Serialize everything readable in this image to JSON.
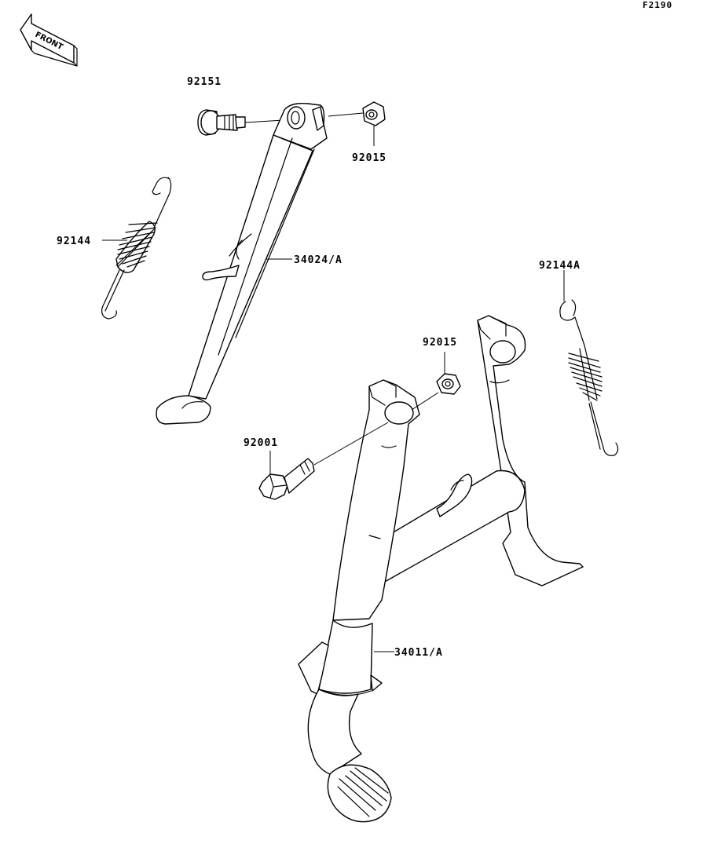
{
  "figure_code": "F2190",
  "front_indicator": {
    "text": "FRONT",
    "icon": "front-arrow-icon"
  },
  "parts": [
    {
      "id": "bolt-side-stand",
      "part_number": "92151"
    },
    {
      "id": "nut-side-stand",
      "part_number": "92015"
    },
    {
      "id": "spring-side-stand",
      "part_number": "92144"
    },
    {
      "id": "side-stand",
      "part_number": "34024/A"
    },
    {
      "id": "spring-main-stand",
      "part_number": "92144A"
    },
    {
      "id": "nut-main-stand",
      "part_number": "92015"
    },
    {
      "id": "bolt-main-stand",
      "part_number": "92001"
    },
    {
      "id": "main-stand",
      "part_number": "34011/A"
    }
  ]
}
